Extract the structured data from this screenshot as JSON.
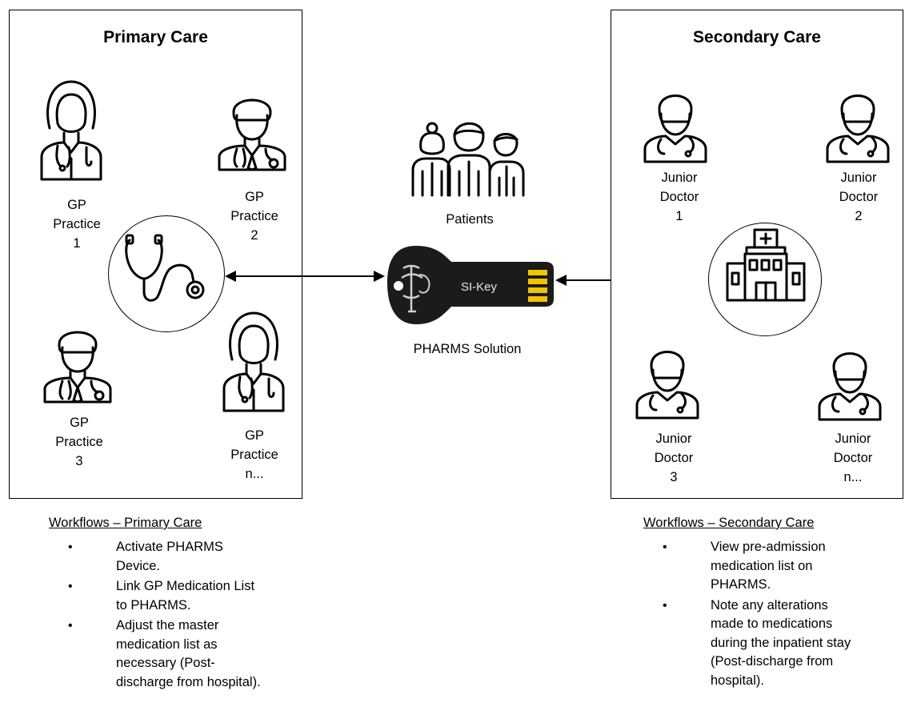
{
  "primary": {
    "title": "Primary Care",
    "gp1": "GP\nPractice\n1",
    "gp2": "GP\nPractice\n2",
    "gp3": "GP\nPractice\n3",
    "gpn": "GP\nPractice\nn..."
  },
  "center": {
    "patients_label": "Patients",
    "key_text": "SI-Key",
    "solution_label": "PHARMS Solution"
  },
  "secondary": {
    "title": "Secondary Care",
    "jd1": "Junior\nDoctor\n1",
    "jd2": "Junior\nDoctor\n2",
    "jd3": "Junior\nDoctor\n3",
    "jdn": "Junior\nDoctor\nn..."
  },
  "workflows_primary": {
    "title": "Workflows – Primary Care",
    "items": [
      "Activate PHARMS\nDevice.",
      "Link GP Medication List\nto PHARMS.",
      "Adjust the master\nmedication list as\nnecessary (Post-\ndischarge from hospital)."
    ]
  },
  "workflows_secondary": {
    "title": "Workflows – Secondary Care",
    "items": [
      "View pre-admission\nmedication list on\nPHARMS.",
      "Note any alterations\nmade to medications\nduring the inpatient stay\n(Post-discharge from\nhospital)."
    ]
  },
  "bullet_char": "•",
  "icons": [
    "female-doctor-icon",
    "male-doctor-icon",
    "stethoscope-icon",
    "patients-group-icon",
    "usb-key-icon",
    "hospital-icon",
    "junior-doctor-icon",
    "double-arrow-icon"
  ]
}
